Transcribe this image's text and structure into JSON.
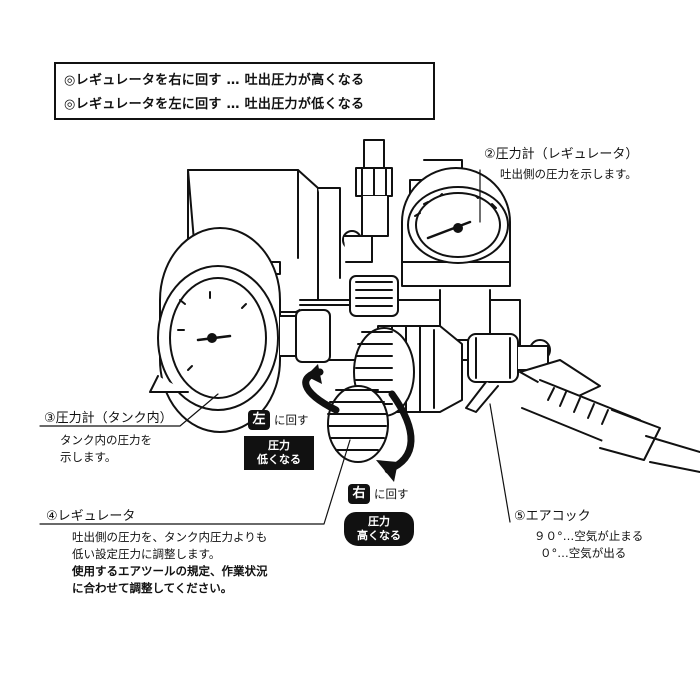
{
  "notice": {
    "line1": "◎レギュレータを右に回す … 吐出圧力が高くなる",
    "line2": "◎レギュレータを左に回す … 吐出圧力が低くなる"
  },
  "callouts": {
    "gauge_regulator": {
      "title": "②圧力計（レギュレータ）",
      "desc": "吐出側の圧力を示します。"
    },
    "gauge_tank": {
      "title": "③圧力計（タンク内）",
      "desc1": "タンク内の圧力を",
      "desc2": "示します。"
    },
    "regulator": {
      "title": "④レギュレータ",
      "desc1": "吐出側の圧力を、タンク内圧力よりも",
      "desc2": "低い設定圧力に調整します。",
      "desc3": "使用するエアツールの規定、作業状況",
      "desc4": "に合わせて調整してください。"
    },
    "air_cock": {
      "title": "⑤エアコック",
      "desc1": "９０°…空気が止まる",
      "desc2": "０°…空気が出る"
    }
  },
  "rotation": {
    "left_dir": "左",
    "left_text": "に回す",
    "left_pill1": "圧力",
    "left_pill2": "低くなる",
    "right_dir": "右",
    "right_text": "に回す",
    "right_pill1": "圧力",
    "right_pill2": "高くなる"
  }
}
